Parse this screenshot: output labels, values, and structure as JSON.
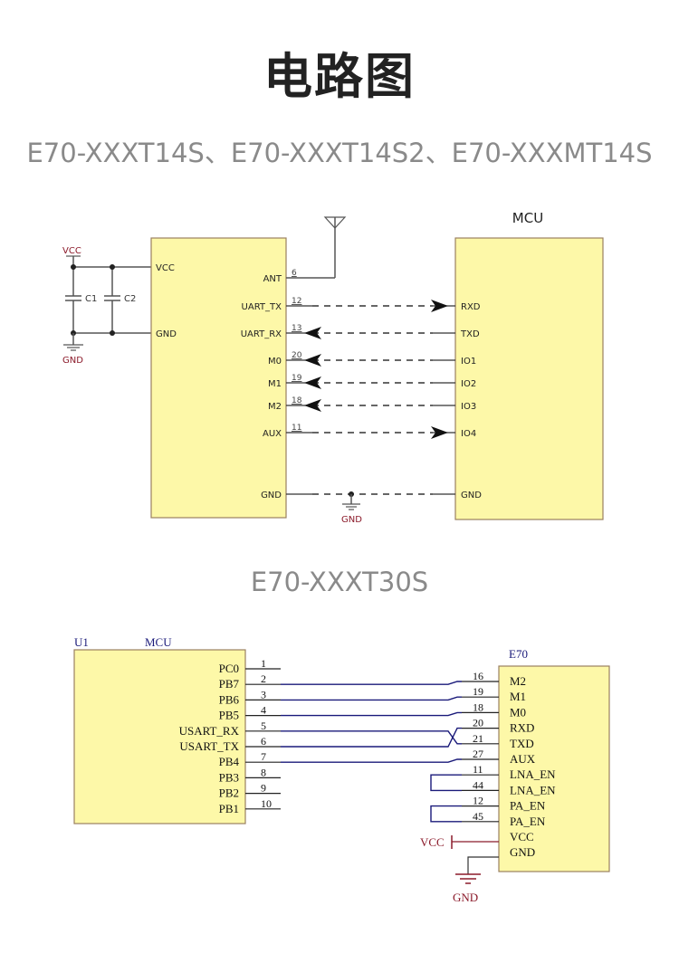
{
  "page": {
    "title": "电路图",
    "subtitle_1": "E70-XXXT14S、E70-XXXT14S2、E70-XXXMT14S",
    "subtitle_2": "E70-XXXT30S"
  },
  "colors": {
    "chip_fill": "#fdf8a8",
    "chip_border": "#9a8060",
    "wire_black": "#222222",
    "wire_blue": "#1a1a7a",
    "power_red": "#8b1a2a",
    "subtitle_gray": "#8a8a8a"
  },
  "diagram1": {
    "power": {
      "vcc": "VCC",
      "gnd": "GND"
    },
    "capacitors": [
      "C1",
      "C2"
    ],
    "module": {
      "left_pins": [
        "VCC",
        "GND"
      ],
      "right_pins": [
        {
          "name": "ANT",
          "num": "6"
        },
        {
          "name": "UART_TX",
          "num": "12"
        },
        {
          "name": "UART_RX",
          "num": "13"
        },
        {
          "name": "M0",
          "num": "20"
        },
        {
          "name": "M1",
          "num": "19"
        },
        {
          "name": "M2",
          "num": "18"
        },
        {
          "name": "AUX",
          "num": "11"
        },
        {
          "name": "GND",
          "num": ""
        }
      ]
    },
    "mcu": {
      "label": "MCU",
      "pins": [
        "RXD",
        "TXD",
        "IO1",
        "IO2",
        "IO3",
        "IO4",
        "GND"
      ]
    },
    "connections": [
      {
        "from": "UART_TX",
        "to": "RXD",
        "direction": "to-mcu"
      },
      {
        "from": "UART_RX",
        "to": "TXD",
        "direction": "to-module"
      },
      {
        "from": "M0",
        "to": "IO1",
        "direction": "to-module"
      },
      {
        "from": "M1",
        "to": "IO2",
        "direction": "to-module"
      },
      {
        "from": "M2",
        "to": "IO3",
        "direction": "to-module"
      },
      {
        "from": "AUX",
        "to": "IO4",
        "direction": "to-mcu"
      },
      {
        "from": "GND",
        "to": "GND",
        "direction": "none"
      }
    ],
    "ground_label": "GND"
  },
  "diagram2": {
    "mcu": {
      "ref": "U1",
      "label": "MCU",
      "pins": [
        {
          "name": "PC0",
          "num": "1"
        },
        {
          "name": "PB7",
          "num": "2"
        },
        {
          "name": "PB6",
          "num": "3"
        },
        {
          "name": "PB5",
          "num": "4"
        },
        {
          "name": "USART_RX",
          "num": "5"
        },
        {
          "name": "USART_TX",
          "num": "6"
        },
        {
          "name": "PB4",
          "num": "7"
        },
        {
          "name": "PB3",
          "num": "8"
        },
        {
          "name": "PB2",
          "num": "9"
        },
        {
          "name": "PB1",
          "num": "10"
        }
      ]
    },
    "e70": {
      "label": "E70",
      "pins": [
        {
          "name": "M2",
          "num": "16"
        },
        {
          "name": "M1",
          "num": "19"
        },
        {
          "name": "M0",
          "num": "18"
        },
        {
          "name": "RXD",
          "num": "20"
        },
        {
          "name": "TXD",
          "num": "21"
        },
        {
          "name": "AUX",
          "num": "27"
        },
        {
          "name": "LNA_EN",
          "num": "11"
        },
        {
          "name": "LNA_EN",
          "num": "44"
        },
        {
          "name": "PA_EN",
          "num": "12"
        },
        {
          "name": "PA_EN",
          "num": "45"
        },
        {
          "name": "VCC",
          "num": ""
        },
        {
          "name": "GND",
          "num": ""
        }
      ]
    },
    "links": [
      {
        "mcu": "PB7",
        "e70": "M2"
      },
      {
        "mcu": "PB6",
        "e70": "M1"
      },
      {
        "mcu": "PB5",
        "e70": "M0"
      },
      {
        "mcu": "USART_RX",
        "e70": "TXD"
      },
      {
        "mcu": "USART_TX",
        "e70": "RXD"
      },
      {
        "mcu": "PB4",
        "e70": "AUX"
      }
    ],
    "vcc_label": "VCC",
    "gnd_label": "GND"
  }
}
